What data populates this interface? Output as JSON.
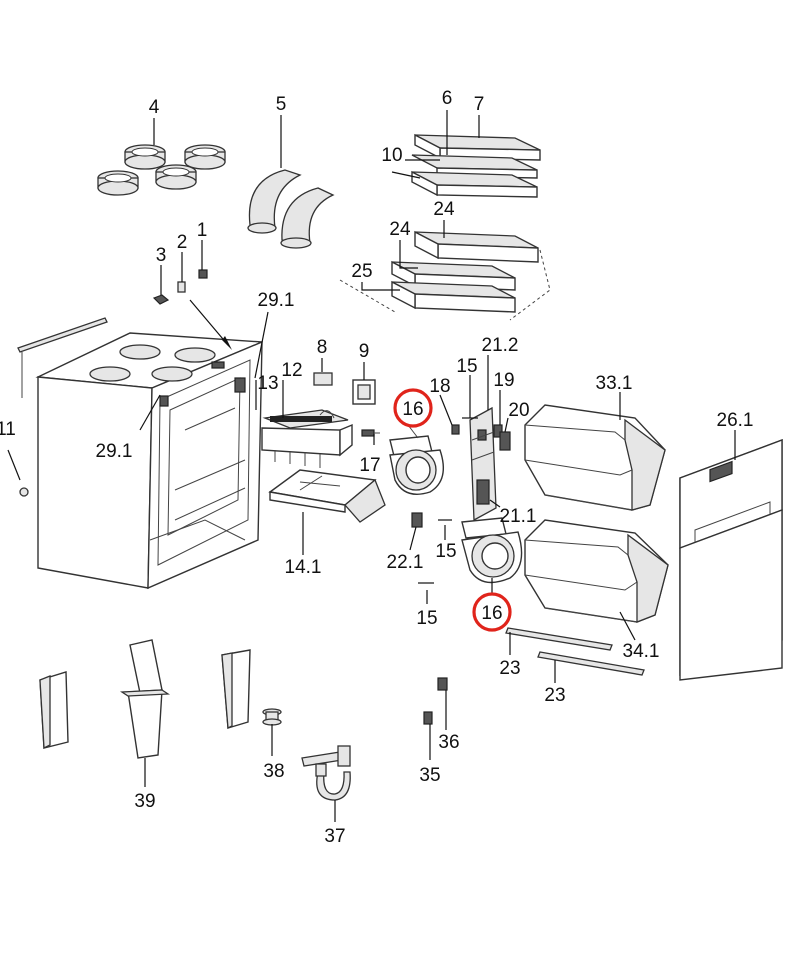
{
  "diagram": {
    "highlight_color": "#e0241b",
    "callouts": [
      {
        "id": "c-4",
        "text": "4"
      },
      {
        "id": "c-5",
        "text": "5"
      },
      {
        "id": "c-6",
        "text": "6"
      },
      {
        "id": "c-7",
        "text": "7"
      },
      {
        "id": "c-10",
        "text": "10"
      },
      {
        "id": "c-24a",
        "text": "24"
      },
      {
        "id": "c-24b",
        "text": "24"
      },
      {
        "id": "c-25",
        "text": "25"
      },
      {
        "id": "c-1",
        "text": "1"
      },
      {
        "id": "c-2",
        "text": "2"
      },
      {
        "id": "c-3",
        "text": "3"
      },
      {
        "id": "c-29-1a",
        "text": "29.1"
      },
      {
        "id": "c-8",
        "text": "8"
      },
      {
        "id": "c-9",
        "text": "9"
      },
      {
        "id": "c-15a",
        "text": "15"
      },
      {
        "id": "c-21-2",
        "text": "21.2"
      },
      {
        "id": "c-33-1",
        "text": "33.1"
      },
      {
        "id": "c-13",
        "text": "13"
      },
      {
        "id": "c-12",
        "text": "12"
      },
      {
        "id": "c-18",
        "text": "18"
      },
      {
        "id": "c-19",
        "text": "19"
      },
      {
        "id": "c-16a",
        "text": "16"
      },
      {
        "id": "c-20",
        "text": "20"
      },
      {
        "id": "c-26-1",
        "text": "26.1"
      },
      {
        "id": "c-11",
        "text": "11"
      },
      {
        "id": "c-29-1b",
        "text": "29.1"
      },
      {
        "id": "c-17",
        "text": "17"
      },
      {
        "id": "c-21-1",
        "text": "21.1"
      },
      {
        "id": "c-14-1",
        "text": "14.1"
      },
      {
        "id": "c-22-1",
        "text": "22.1"
      },
      {
        "id": "c-15b",
        "text": "15"
      },
      {
        "id": "c-15c",
        "text": "15"
      },
      {
        "id": "c-16b",
        "text": "16"
      },
      {
        "id": "c-34-1",
        "text": "34.1"
      },
      {
        "id": "c-23a",
        "text": "23"
      },
      {
        "id": "c-23b",
        "text": "23"
      },
      {
        "id": "c-36",
        "text": "36"
      },
      {
        "id": "c-35",
        "text": "35"
      },
      {
        "id": "c-38",
        "text": "38"
      },
      {
        "id": "c-39",
        "text": "39"
      },
      {
        "id": "c-37",
        "text": "37"
      }
    ]
  }
}
